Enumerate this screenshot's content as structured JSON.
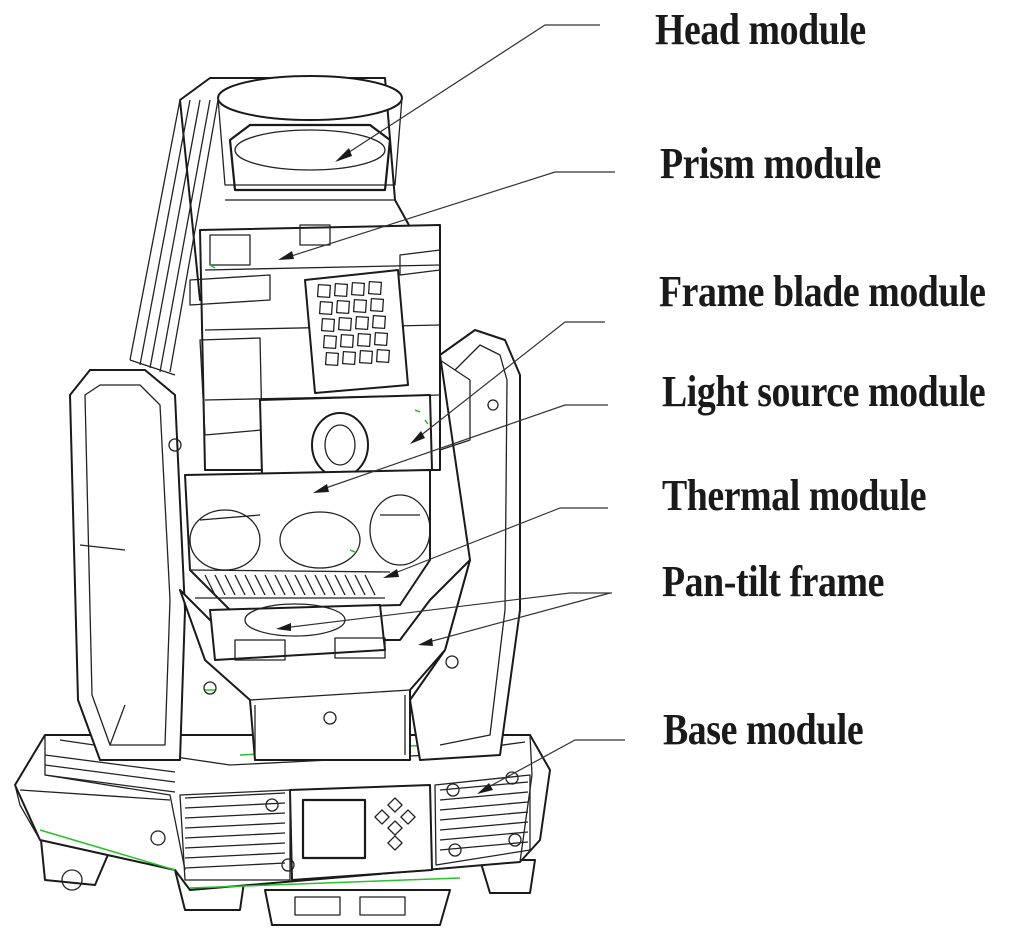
{
  "labels": {
    "head": "Head module",
    "prism": "Prism module",
    "frame_blade": "Frame blade module",
    "light_source": "Light source module",
    "thermal": "Thermal module",
    "pan_tilt": "Pan-tilt frame",
    "base": "Base module"
  },
  "colors": {
    "line": "#1a1a1a",
    "accent_wire": "#2bbf2b",
    "background": "#ffffff"
  }
}
